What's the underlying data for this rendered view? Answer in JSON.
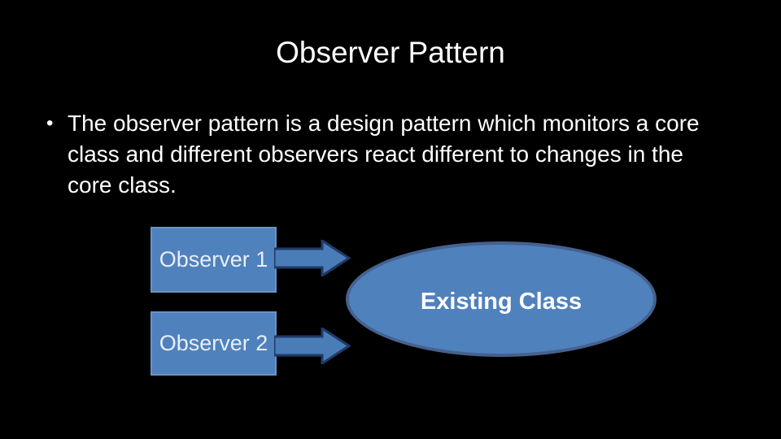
{
  "slide": {
    "title": "Observer Pattern",
    "bullet": {
      "marker": "•",
      "text": "The observer pattern is a design pattern which monitors a core class and different observers react different to changes in the core class.",
      "lines": [
        "The observer pattern is a design pattern which monitors a core",
        "class and different observers react different to changes in the",
        "core class."
      ]
    },
    "diagram": {
      "observers": [
        {
          "label": "Observer 1"
        },
        {
          "label": "Observer 2"
        }
      ],
      "target": {
        "label": "Existing Class"
      }
    },
    "colors": {
      "background": "#000000",
      "text": "#ffffff",
      "shape_fill": "#4f81bd",
      "box_border": "#6b92c3",
      "box_text": "#e9eef6",
      "ellipse_border": "#46618e",
      "arrow_fill": "#4a7cb8",
      "arrow_border": "#1f3b66"
    }
  }
}
